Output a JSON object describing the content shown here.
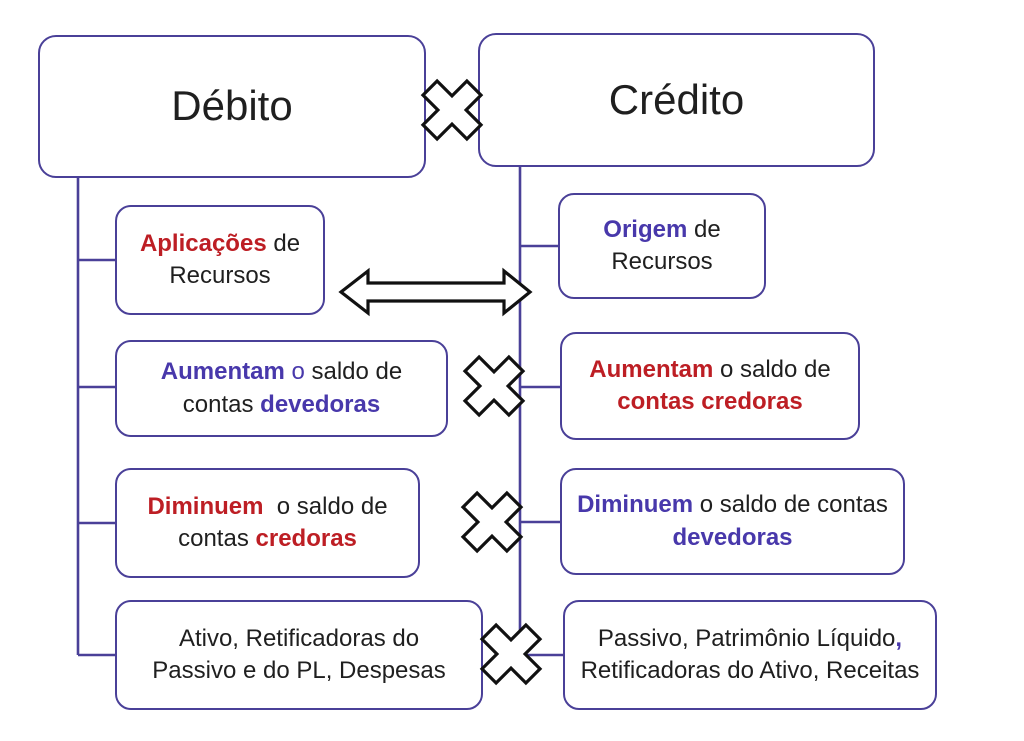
{
  "titles": {
    "left": "Débito",
    "right": "Crédito"
  },
  "colors": {
    "border": "#4a4098",
    "purple": "#4838ab",
    "red": "#bd1e24",
    "ink": "#1f1f1f",
    "shape_outline": "#111111"
  },
  "icons": {
    "top_cross": "x-icon",
    "row2_cross": "x-icon",
    "row3_cross": "x-icon",
    "row4_cross": "x-icon",
    "arrow": "left-right-arrow-icon"
  },
  "boxes": {
    "r1l": {
      "lines": [
        [
          {
            "t": "Aplicações",
            "s": "red"
          },
          {
            "t": " de"
          }
        ],
        [
          {
            "t": "Recursos"
          }
        ]
      ]
    },
    "r1r": {
      "lines": [
        [
          {
            "t": "Origem",
            "s": "purple"
          },
          {
            "t": " de"
          }
        ],
        [
          {
            "t": "Recursos"
          }
        ]
      ]
    },
    "r2l": {
      "lines": [
        [
          {
            "t": "Aumentam",
            "s": "purple"
          },
          {
            "t": " o",
            "s": "purple-reg"
          },
          {
            "t": " saldo de"
          }
        ],
        [
          {
            "t": "contas "
          },
          {
            "t": "devedoras",
            "s": "purple"
          }
        ]
      ]
    },
    "r2r": {
      "lines": [
        [
          {
            "t": "Aumentam",
            "s": "red"
          },
          {
            "t": " o saldo de"
          }
        ],
        [
          {
            "t": "contas credoras",
            "s": "red"
          }
        ]
      ]
    },
    "r3l": {
      "lines": [
        [
          {
            "t": "Diminuem",
            "s": "red"
          },
          {
            "t": "  o saldo de"
          }
        ],
        [
          {
            "t": "contas "
          },
          {
            "t": "credoras",
            "s": "red"
          }
        ]
      ]
    },
    "r3r": {
      "lines": [
        [
          {
            "t": "Diminuem",
            "s": "purple"
          },
          {
            "t": " o saldo de contas"
          }
        ],
        [
          {
            "t": "devedoras",
            "s": "purple"
          }
        ]
      ]
    },
    "r4l": {
      "lines": [
        [
          {
            "t": "Ativo, Retificadoras do"
          }
        ],
        [
          {
            "t": "Passivo e do PL, Despesas"
          }
        ]
      ]
    },
    "r4r": {
      "lines": [
        [
          {
            "t": "Passivo, Patrimônio Líquido"
          },
          {
            "t": ",",
            "s": "purple"
          }
        ],
        [
          {
            "t": "Retificadoras do Ativo, Receitas"
          }
        ]
      ]
    }
  }
}
